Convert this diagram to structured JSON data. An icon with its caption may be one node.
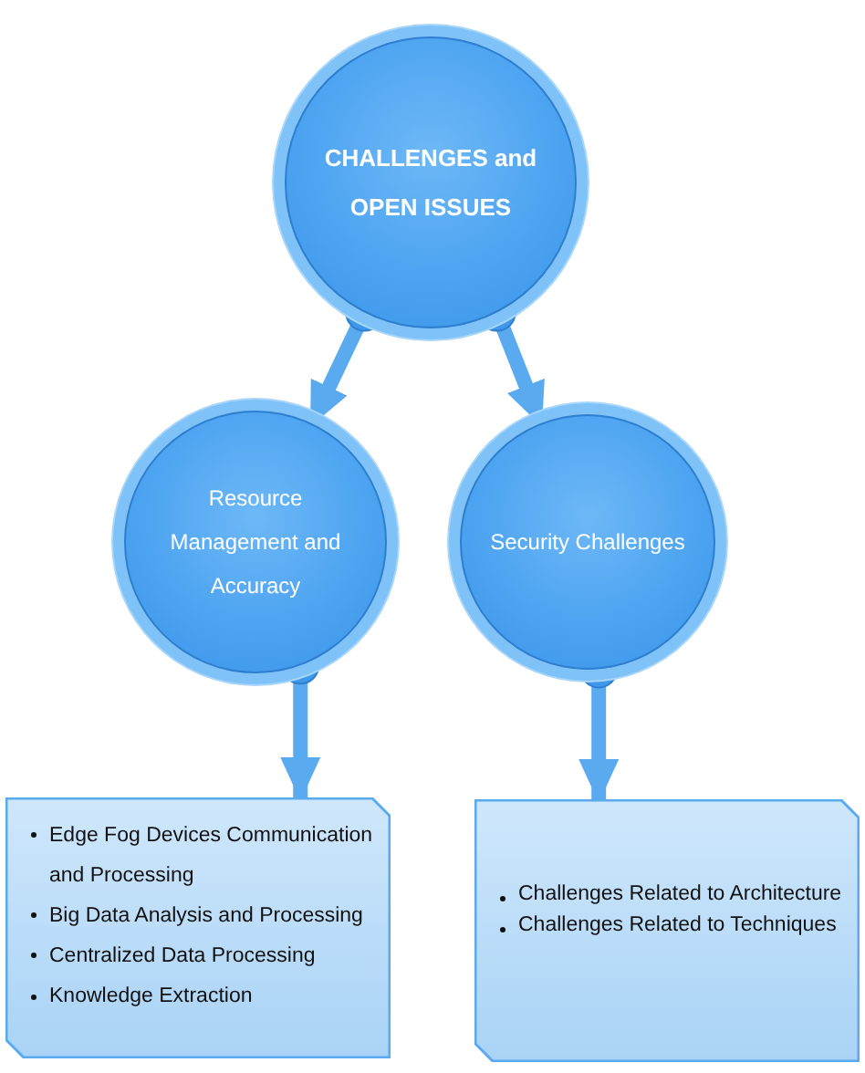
{
  "diagram": {
    "nodes": [
      {
        "text": [
          "CHALLENGES and OPEN ISSUES"
        ]
      },
      {
        "text": [
          "Resource Management and Accuracy"
        ]
      },
      {
        "text": [
          "Security Challenges"
        ]
      },
      {
        "text": [
          "Edge Fog Devices Communication and Processing",
          "Big Data Analysis and Processing",
          "Centralized Data Processing",
          "Knowledge Extraction"
        ]
      },
      {
        "text": [
          "Challenges Related to Architecture",
          "Challenges Related to Techniques"
        ]
      }
    ],
    "edges": [
      {
        "from": 0,
        "to": 1,
        "arrow": "to"
      },
      {
        "from": 0,
        "to": 2,
        "arrow": "to"
      },
      {
        "from": 1,
        "to": 3,
        "arrow": "to"
      },
      {
        "from": 2,
        "to": 4,
        "arrow": "to"
      }
    ]
  }
}
